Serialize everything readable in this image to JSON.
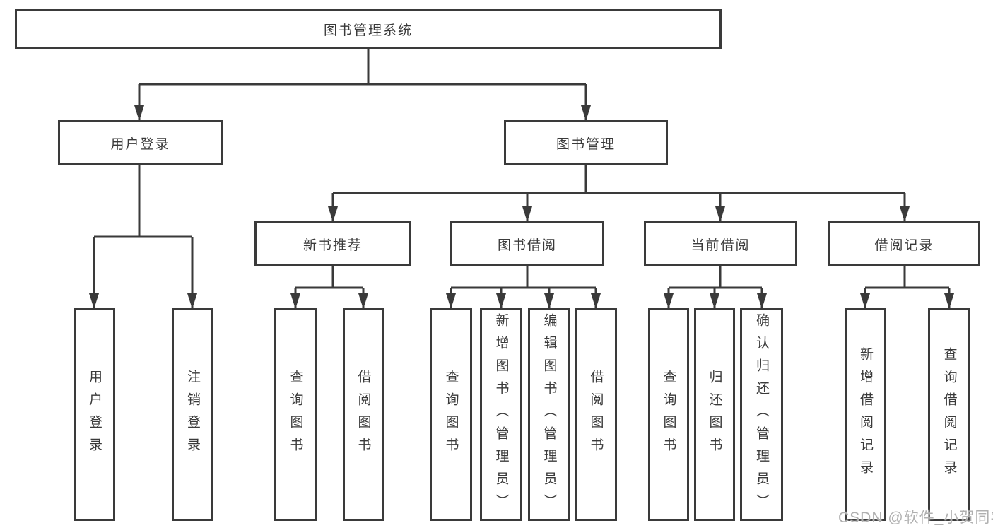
{
  "colors": {
    "line": "#3a3a3a",
    "text": "#3a3a3a",
    "background": "#ffffff",
    "watermark": "#b0b0b0"
  },
  "nodes": {
    "root": {
      "label": "图书管理系统"
    },
    "user_login": {
      "label": "用户登录"
    },
    "book_mgmt": {
      "label": "图书管理"
    },
    "new_book_rec": {
      "label": "新书推荐"
    },
    "book_borrow": {
      "label": "图书借阅"
    },
    "current_borrow": {
      "label": "当前借阅"
    },
    "borrow_record": {
      "label": "借阅记录"
    },
    "leaf_user_login": {
      "label": "用户登录"
    },
    "leaf_logout": {
      "label": "注销登录"
    },
    "leaf_query_book_1": {
      "label": "查询图书"
    },
    "leaf_borrow_book_1": {
      "label": "借阅图书"
    },
    "leaf_query_book_2": {
      "label": "查询图书"
    },
    "leaf_add_book": {
      "label": "新增图书（管理员）"
    },
    "leaf_edit_book": {
      "label": "编辑图书（管理员）"
    },
    "leaf_borrow_book_2": {
      "label": "借阅图书"
    },
    "leaf_query_book_3": {
      "label": "查询图书"
    },
    "leaf_return_book": {
      "label": "归还图书"
    },
    "leaf_confirm_return": {
      "label": "确认归还（管理员）"
    },
    "leaf_add_record": {
      "label": "新增借阅记录"
    },
    "leaf_query_record": {
      "label": "查询借阅记录"
    }
  },
  "tree": {
    "root": "图书管理系统",
    "children": [
      {
        "label": "用户登录",
        "children": [
          "用户登录",
          "注销登录"
        ]
      },
      {
        "label": "图书管理",
        "children": [
          {
            "label": "新书推荐",
            "children": [
              "查询图书",
              "借阅图书"
            ]
          },
          {
            "label": "图书借阅",
            "children": [
              "查询图书",
              "新增图书（管理员）",
              "编辑图书（管理员）",
              "借阅图书"
            ]
          },
          {
            "label": "当前借阅",
            "children": [
              "查询图书",
              "归还图书",
              "确认归还（管理员）"
            ]
          },
          {
            "label": "借阅记录",
            "children": [
              "新增借阅记录",
              "查询借阅记录"
            ]
          }
        ]
      }
    ]
  },
  "watermark": {
    "text": "CSDN @软件_小贺同学"
  }
}
